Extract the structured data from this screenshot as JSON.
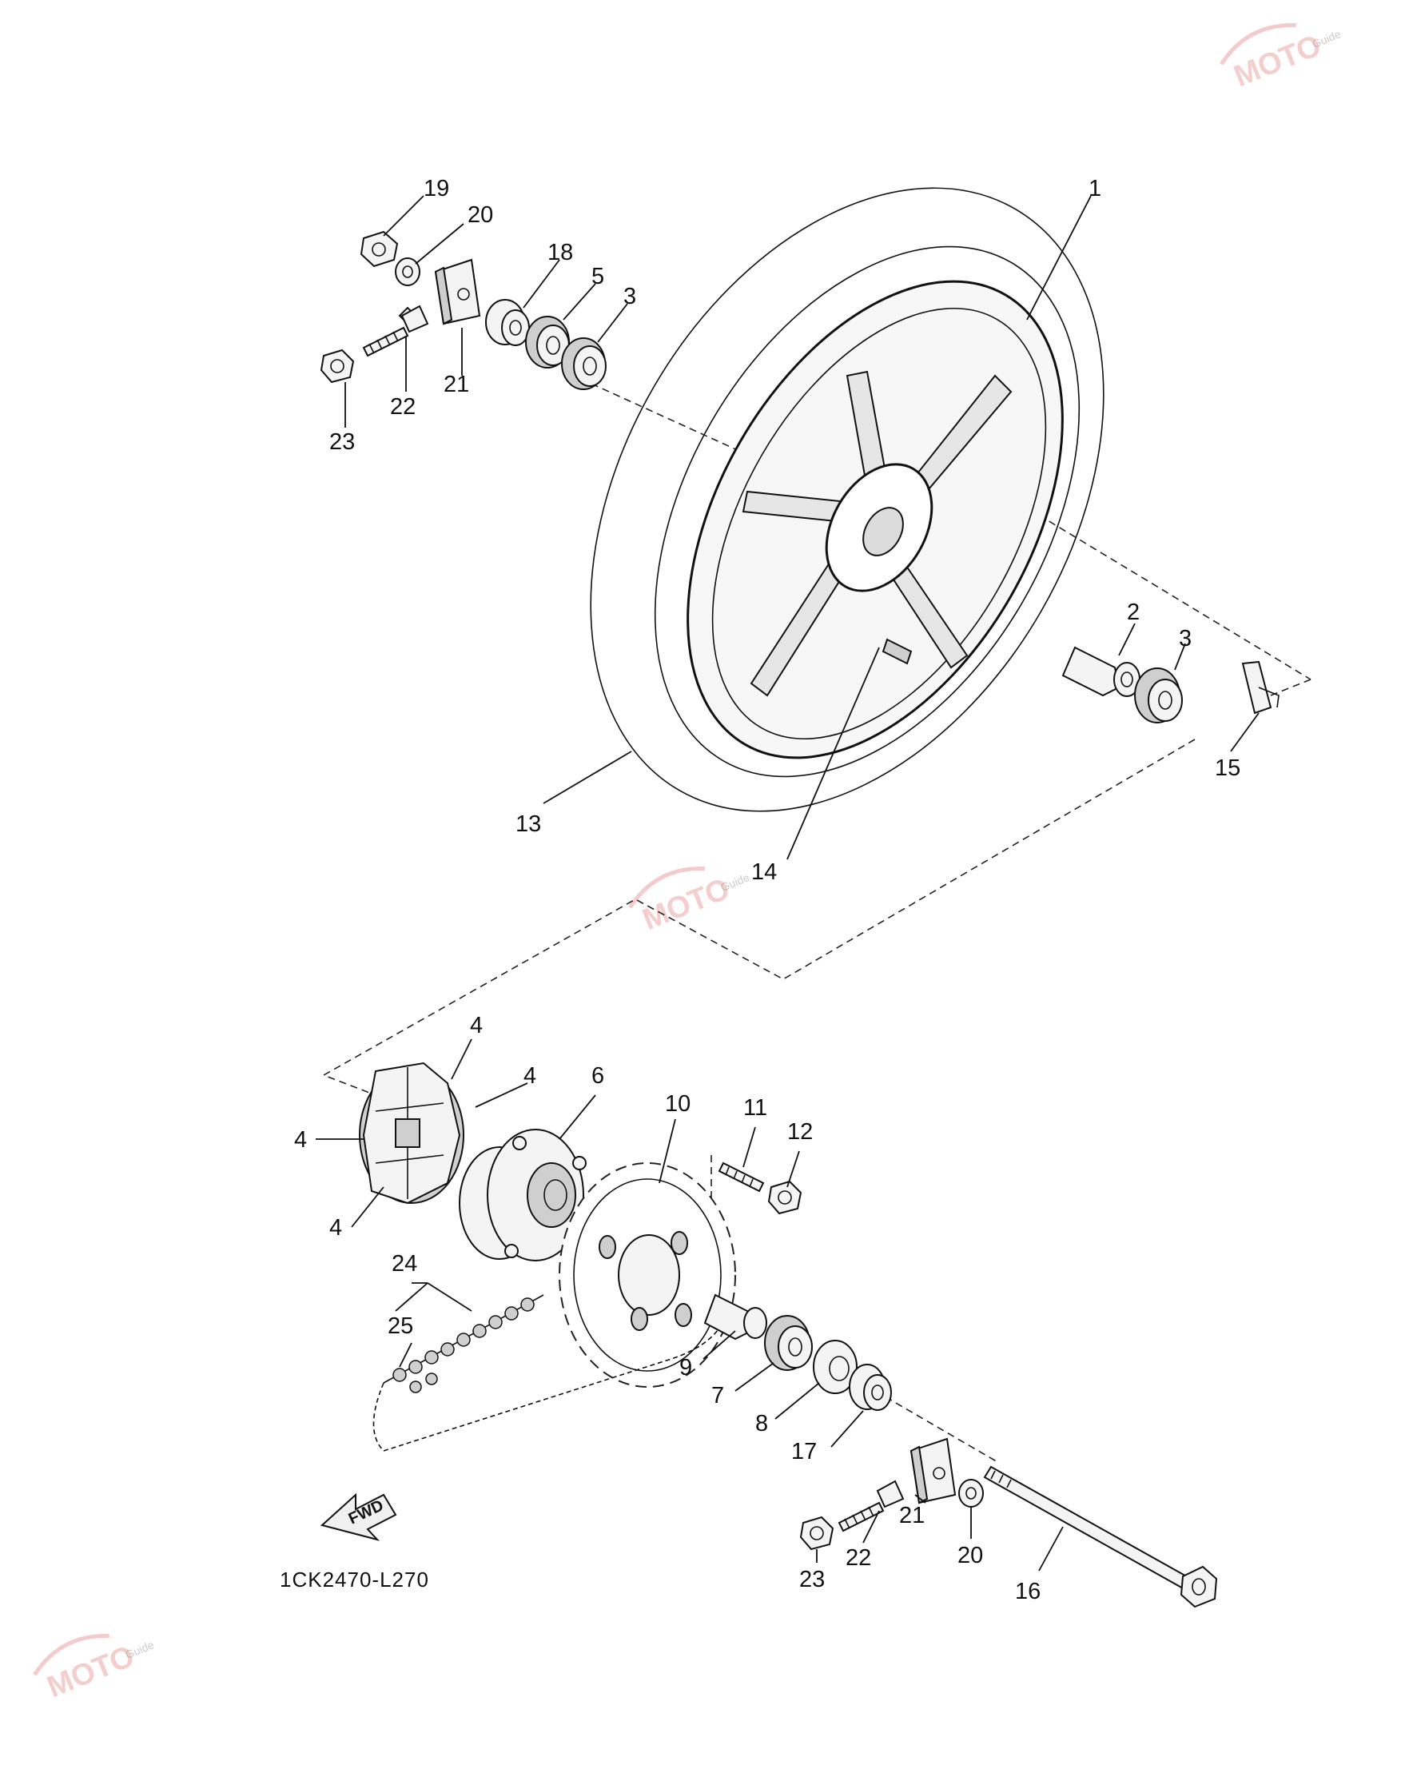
{
  "diagram": {
    "code_label": "1CK2470-L270",
    "fwd_label": "FWD",
    "watermark": {
      "logo_text": "MOTO",
      "sub_text": "Guide"
    },
    "callouts": [
      {
        "id": "c1",
        "text": "1"
      },
      {
        "id": "c2",
        "text": "2"
      },
      {
        "id": "c3a",
        "text": "3"
      },
      {
        "id": "c3b",
        "text": "3"
      },
      {
        "id": "c4a",
        "text": "4"
      },
      {
        "id": "c4b",
        "text": "4"
      },
      {
        "id": "c4c",
        "text": "4"
      },
      {
        "id": "c4d",
        "text": "4"
      },
      {
        "id": "c5",
        "text": "5"
      },
      {
        "id": "c6",
        "text": "6"
      },
      {
        "id": "c7",
        "text": "7"
      },
      {
        "id": "c8",
        "text": "8"
      },
      {
        "id": "c9",
        "text": "9"
      },
      {
        "id": "c10",
        "text": "10"
      },
      {
        "id": "c11",
        "text": "11"
      },
      {
        "id": "c12",
        "text": "12"
      },
      {
        "id": "c13",
        "text": "13"
      },
      {
        "id": "c14",
        "text": "14"
      },
      {
        "id": "c15",
        "text": "15"
      },
      {
        "id": "c16",
        "text": "16"
      },
      {
        "id": "c17",
        "text": "17"
      },
      {
        "id": "c18",
        "text": "18"
      },
      {
        "id": "c19",
        "text": "19"
      },
      {
        "id": "c20a",
        "text": "20"
      },
      {
        "id": "c20b",
        "text": "20"
      },
      {
        "id": "c21a",
        "text": "21"
      },
      {
        "id": "c21b",
        "text": "21"
      },
      {
        "id": "c22a",
        "text": "22"
      },
      {
        "id": "c22b",
        "text": "22"
      },
      {
        "id": "c23a",
        "text": "23"
      },
      {
        "id": "c23b",
        "text": "23"
      },
      {
        "id": "c24",
        "text": "24"
      },
      {
        "id": "c25",
        "text": "25"
      }
    ]
  }
}
